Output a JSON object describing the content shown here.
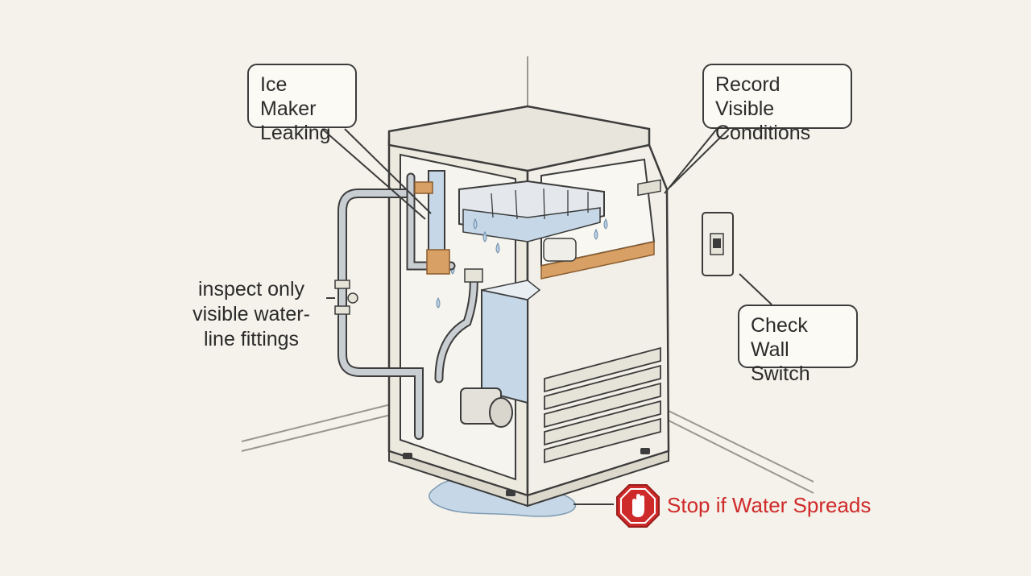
{
  "callouts": {
    "ice_maker_leaking": "Ice Maker\nLeaking",
    "record_visible_conditions": "Record Visible\nConditions",
    "check_wall_switch": "Check Wall\nSwitch"
  },
  "labels": {
    "inspect_fittings": "inspect only\nvisible water-\nline fittings",
    "stop_if_water_spreads": "Stop if Water Spreads"
  },
  "icons": {
    "stop_sign": "stop-hand-icon",
    "wall_switch": "light-switch-icon"
  },
  "colors": {
    "background": "#f4f2ea",
    "ink": "#3c3c3c",
    "stop_red": "#cf2a2a",
    "water_blue": "#c6d8e8",
    "copper": "#d9a065"
  }
}
